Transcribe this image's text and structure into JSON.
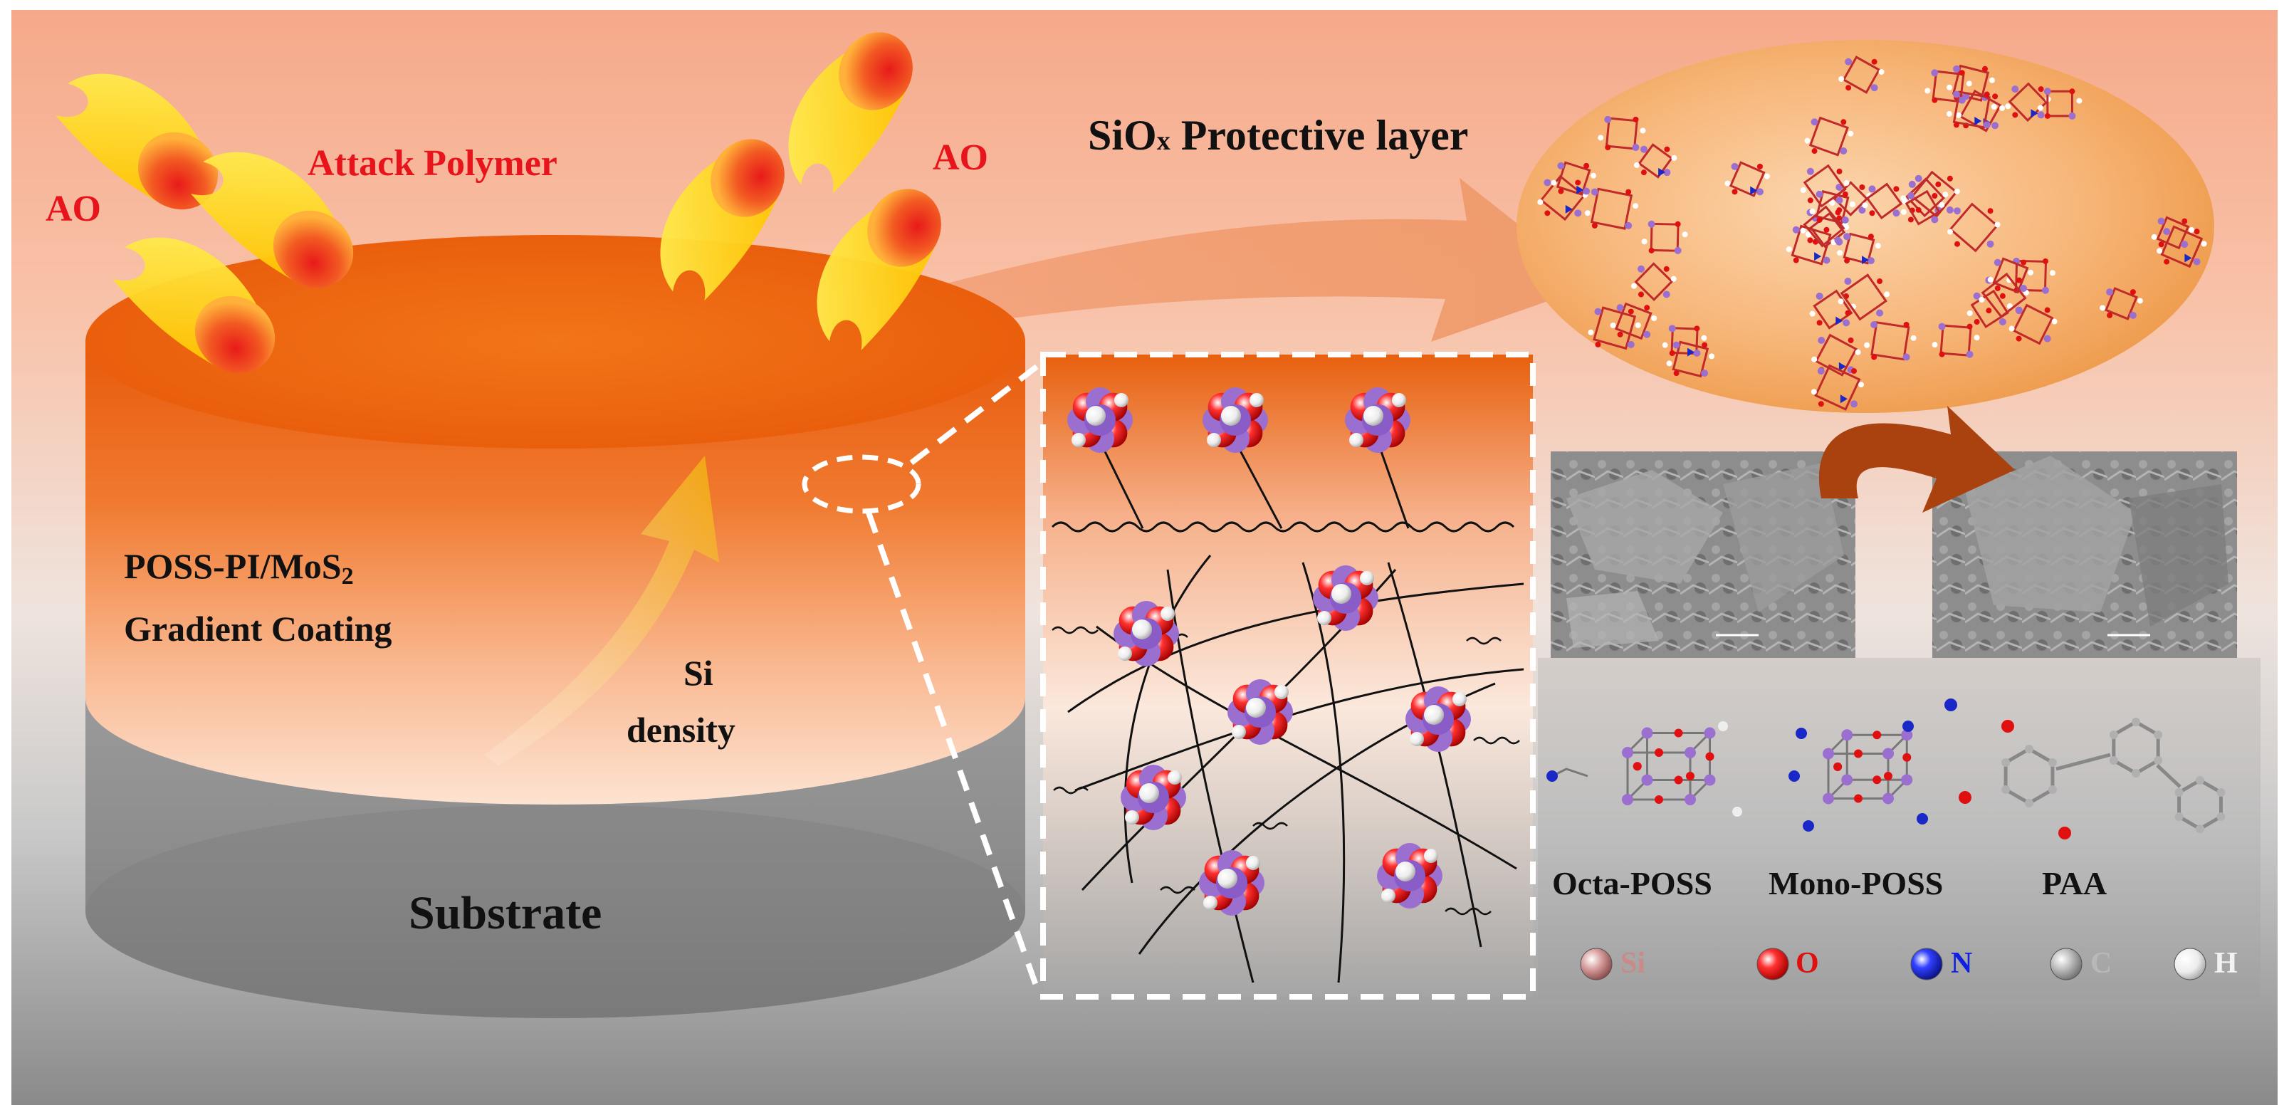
{
  "labels": {
    "ao_left": "AO",
    "ao_right": "AO",
    "attack_polymer": "Attack Polymer",
    "protective_layer_prefix": "SiO",
    "protective_layer_sub": "x",
    "protective_layer_suffix": " Protective layer",
    "coating_line1": "POSS-PI/MoS",
    "coating_line1_sub": "2",
    "coating_line2": "Gradient Coating",
    "si_line1": "Si",
    "si_line2": "density",
    "substrate": "Substrate"
  },
  "molecules": {
    "octa": "Octa-POSS",
    "mono": "Mono-POSS",
    "paa": "PAA"
  },
  "legend": [
    {
      "label": "Si",
      "color": "#c98a8a"
    },
    {
      "label": "O",
      "color": "#e01010"
    },
    {
      "label": "N",
      "color": "#1020e0"
    },
    {
      "label": "C",
      "color": "#b8b8b8"
    },
    {
      "label": "H",
      "color": "#f2f2f2"
    }
  ]
}
